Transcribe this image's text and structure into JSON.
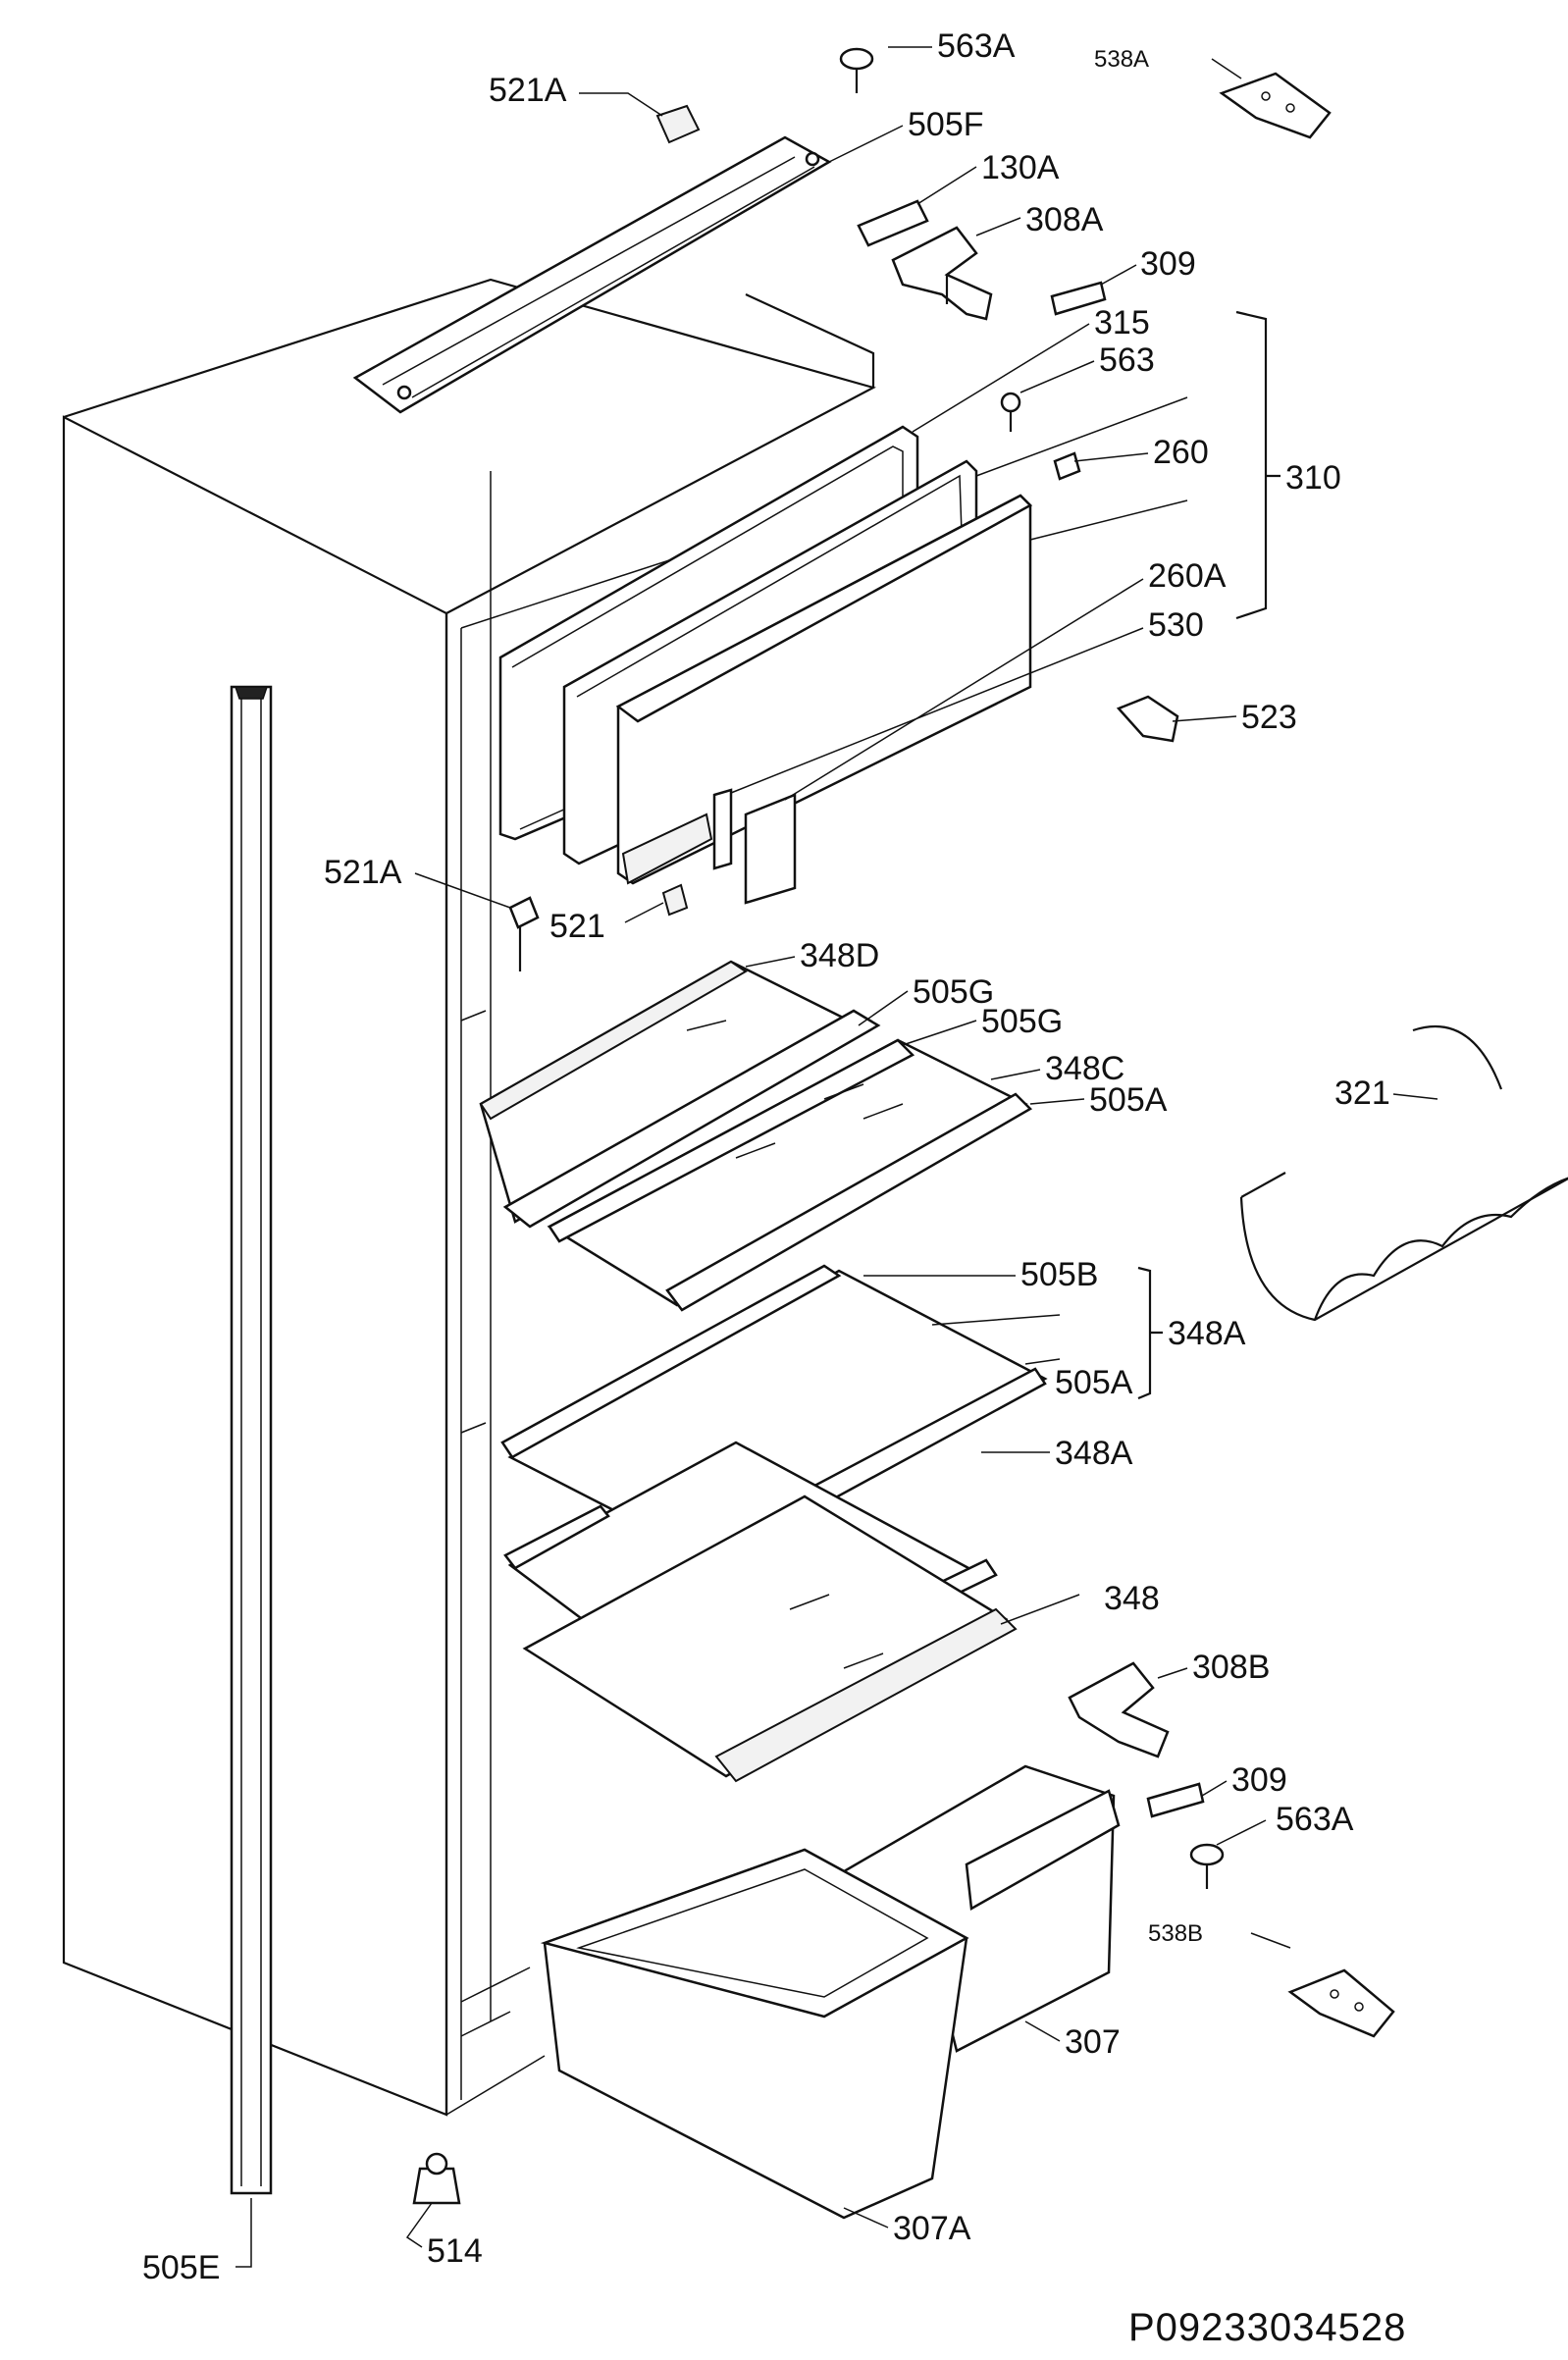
{
  "diagram": {
    "code": "P09233034528",
    "labels": {
      "l563A_top": "563A",
      "l538A": "538A",
      "l521A_top": "521A",
      "l505F": "505F",
      "l130A": "130A",
      "l308A": "308A",
      "l309_top": "309",
      "l315": "315",
      "l563": "563",
      "l260": "260",
      "l310": "310",
      "l260A": "260A",
      "l530": "530",
      "l523": "523",
      "l521A_mid": "521A",
      "l521": "521",
      "l348D": "348D",
      "l505G_1": "505G",
      "l505G_2": "505G",
      "l348C": "348C",
      "l505A_1": "505A",
      "l321": "321",
      "l505B": "505B",
      "l348A_group": "348A",
      "l505A_2": "505A",
      "l348A_2": "348A",
      "l348": "348",
      "l308B": "308B",
      "l309_bot": "309",
      "l563A_bot": "563A",
      "l538B": "538B",
      "l307": "307",
      "l307A": "307A",
      "l505E": "505E",
      "l514": "514"
    }
  }
}
